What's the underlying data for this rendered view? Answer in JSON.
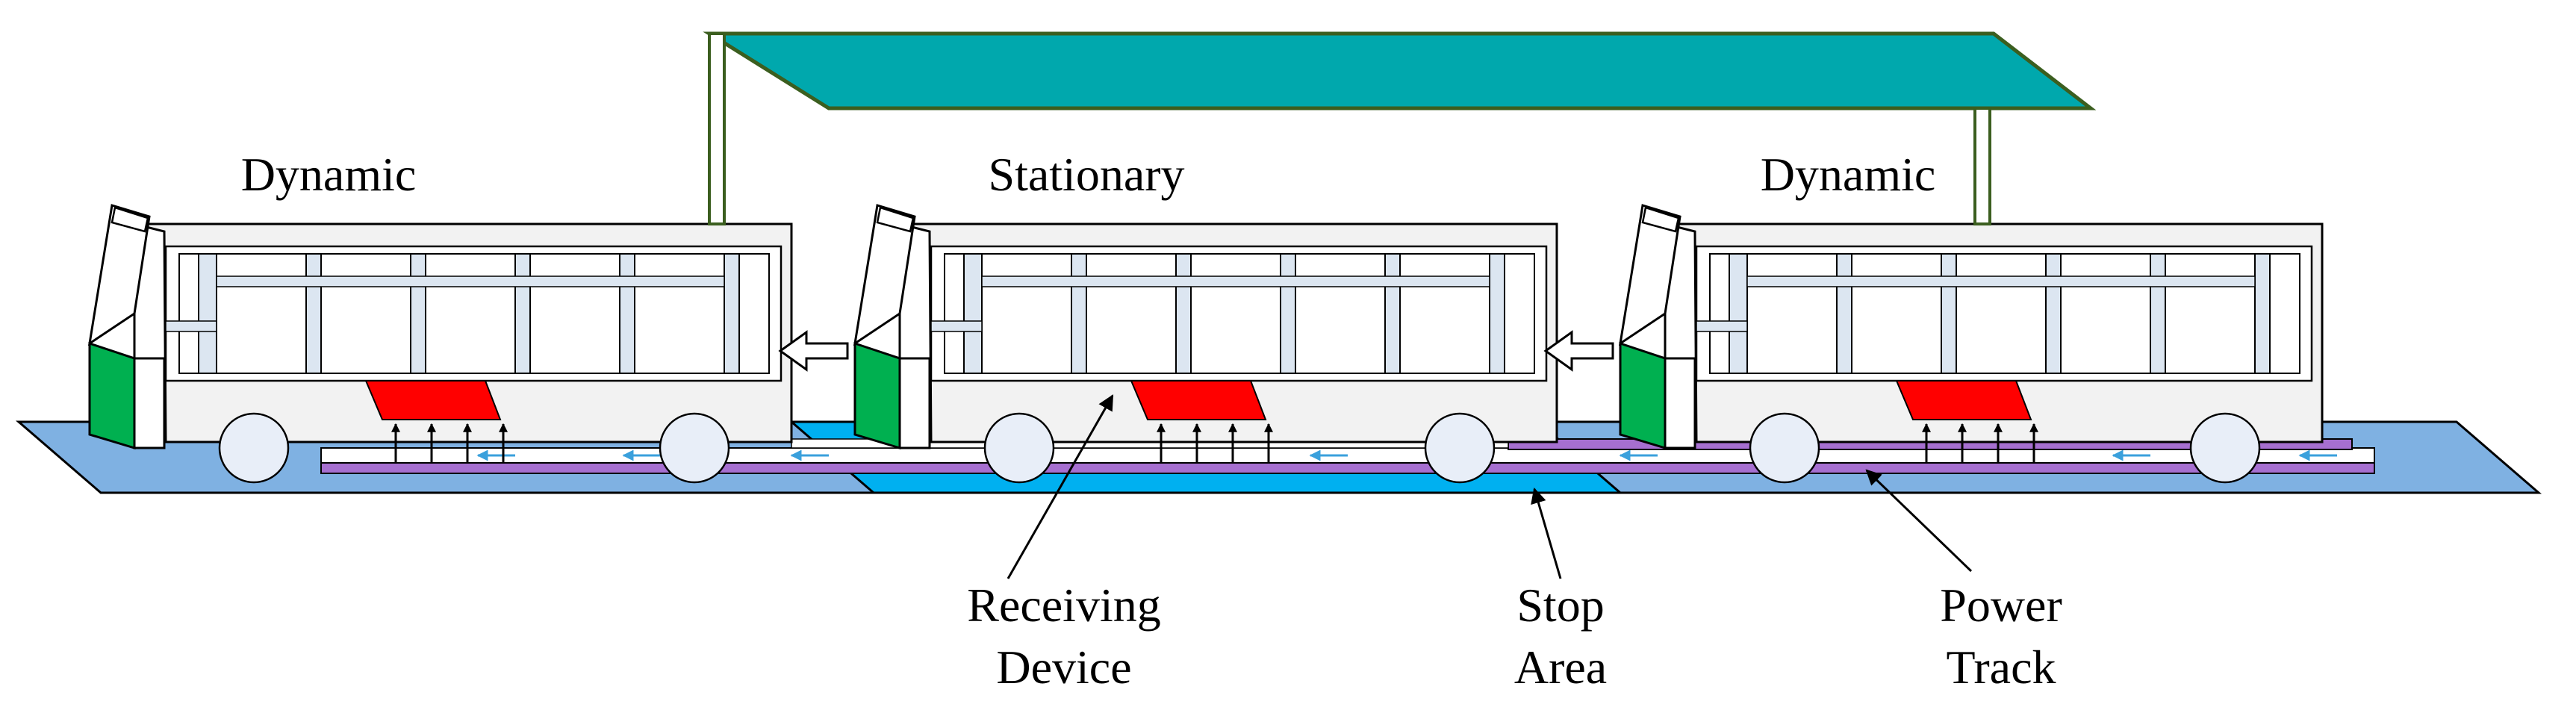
{
  "labels": {
    "left_mode": "Dynamic",
    "center_mode": "Stationary",
    "right_mode": "Dynamic",
    "receiving_line1": "Receiving",
    "receiving_line2": "Device",
    "stop_line1": "Stop",
    "stop_line2": "Area",
    "power_line1": "Power",
    "power_line2": "Track"
  },
  "colors": {
    "canopy": "#00a8ad",
    "canopy_edge": "#3b5e1f",
    "road": "#7fb1e2",
    "stop_area": "#00b0f0",
    "power_track": "#a66fd0",
    "track_arrow": "#3aa0dc",
    "receiver": "#ff0000",
    "bus_front": "#00b050",
    "bus_body": "#f2f2f2",
    "window_frame": "#dce6f1"
  },
  "icons": {
    "direction": "hollow-left-arrow-icon",
    "field": "up-arrow-icon"
  }
}
